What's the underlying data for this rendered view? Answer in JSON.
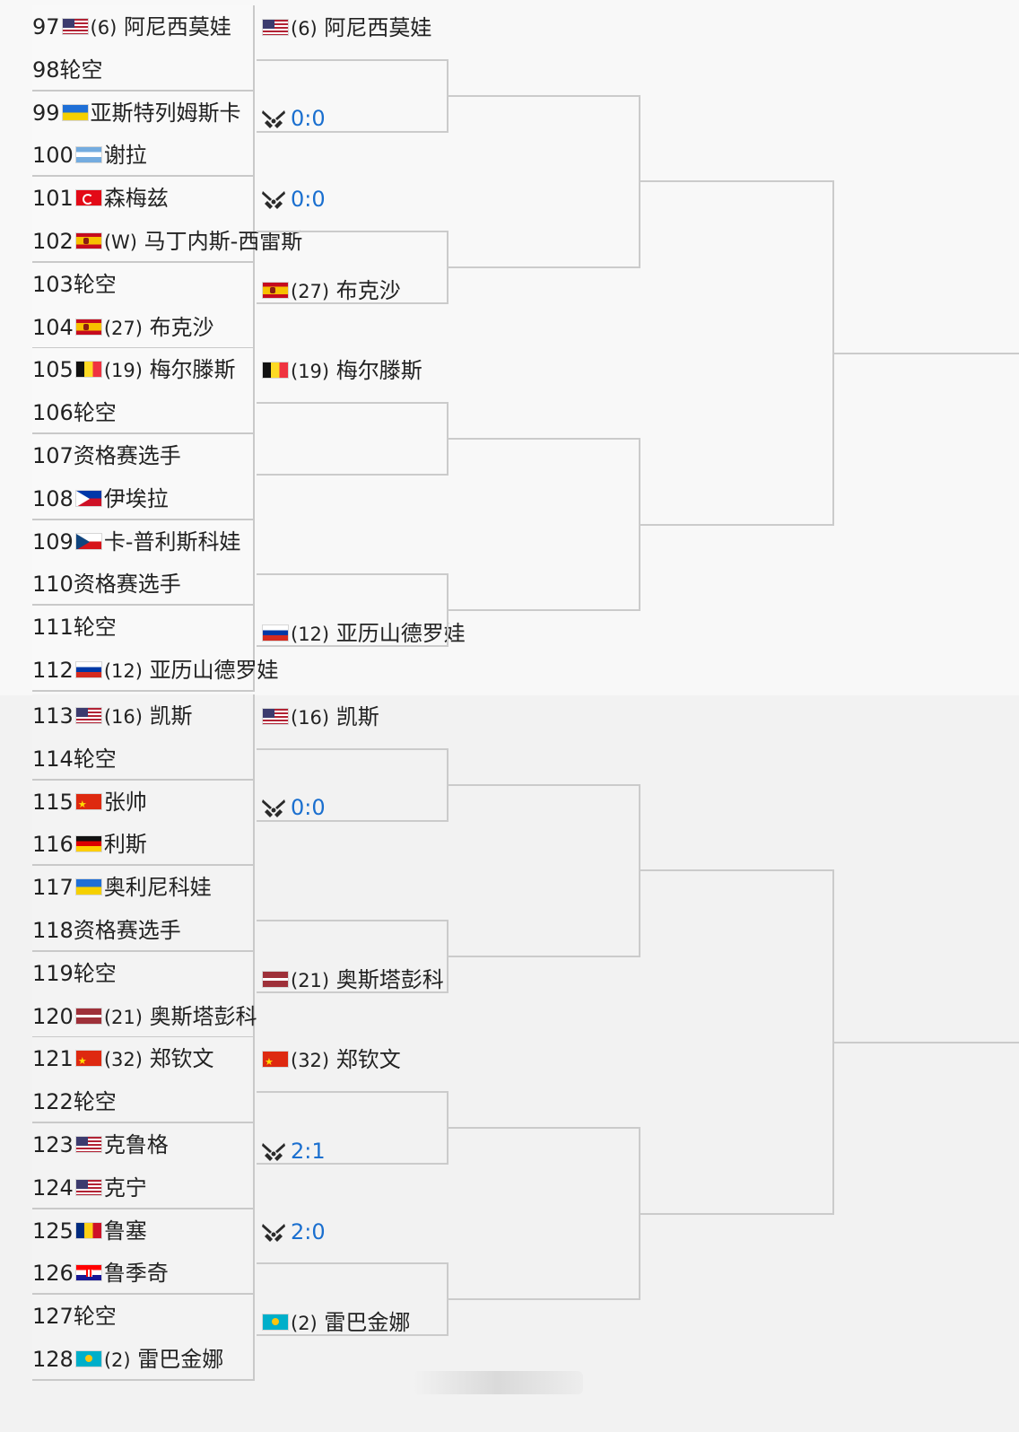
{
  "round1": [
    {
      "num": "97",
      "flag": "us",
      "seed": "(6)",
      "name": "阿尼西莫娃"
    },
    {
      "num": "98",
      "flag": "",
      "seed": "",
      "name": "轮空"
    },
    {
      "num": "99",
      "flag": "ua",
      "seed": "",
      "name": "亚斯特列姆斯卡"
    },
    {
      "num": "100",
      "flag": "ar",
      "seed": "",
      "name": "谢拉"
    },
    {
      "num": "101",
      "flag": "tr",
      "seed": "",
      "name": "森梅兹"
    },
    {
      "num": "102",
      "flag": "es",
      "seed": "(W)",
      "name": "马丁内斯-西雷斯"
    },
    {
      "num": "103",
      "flag": "",
      "seed": "",
      "name": "轮空"
    },
    {
      "num": "104",
      "flag": "es",
      "seed": "(27)",
      "name": "布克沙"
    },
    {
      "num": "105",
      "flag": "be",
      "seed": "(19)",
      "name": "梅尔滕斯"
    },
    {
      "num": "106",
      "flag": "",
      "seed": "",
      "name": "轮空"
    },
    {
      "num": "107",
      "flag": "",
      "seed": "",
      "name": "资格赛选手"
    },
    {
      "num": "108",
      "flag": "ph",
      "seed": "",
      "name": "伊埃拉"
    },
    {
      "num": "109",
      "flag": "cz",
      "seed": "",
      "name": "卡-普利斯科娃"
    },
    {
      "num": "110",
      "flag": "",
      "seed": "",
      "name": "资格赛选手"
    },
    {
      "num": "111",
      "flag": "",
      "seed": "",
      "name": "轮空"
    },
    {
      "num": "112",
      "flag": "ru",
      "seed": "(12)",
      "name": "亚历山德罗娃"
    },
    {
      "num": "113",
      "flag": "us",
      "seed": "(16)",
      "name": "凯斯"
    },
    {
      "num": "114",
      "flag": "",
      "seed": "",
      "name": "轮空"
    },
    {
      "num": "115",
      "flag": "cn",
      "seed": "",
      "name": "张帅"
    },
    {
      "num": "116",
      "flag": "de",
      "seed": "",
      "name": "利斯"
    },
    {
      "num": "117",
      "flag": "ua",
      "seed": "",
      "name": "奥利尼科娃"
    },
    {
      "num": "118",
      "flag": "",
      "seed": "",
      "name": "资格赛选手"
    },
    {
      "num": "119",
      "flag": "",
      "seed": "",
      "name": "轮空"
    },
    {
      "num": "120",
      "flag": "lv",
      "seed": "(21)",
      "name": "奥斯塔彭科"
    },
    {
      "num": "121",
      "flag": "cn",
      "seed": "(32)",
      "name": "郑钦文"
    },
    {
      "num": "122",
      "flag": "",
      "seed": "",
      "name": "轮空"
    },
    {
      "num": "123",
      "flag": "us",
      "seed": "",
      "name": "克鲁格"
    },
    {
      "num": "124",
      "flag": "us",
      "seed": "",
      "name": "克宁"
    },
    {
      "num": "125",
      "flag": "ro",
      "seed": "",
      "name": "鲁塞"
    },
    {
      "num": "126",
      "flag": "hr",
      "seed": "",
      "name": "鲁季奇"
    },
    {
      "num": "127",
      "flag": "",
      "seed": "",
      "name": "轮空"
    },
    {
      "num": "128",
      "flag": "kz",
      "seed": "(2)",
      "name": "雷巴金娜"
    }
  ],
  "round2": [
    {
      "type": "player",
      "flag": "us",
      "seed": "(6)",
      "name": "阿尼西莫娃"
    },
    {
      "type": "score",
      "icon": "versus-swords-icon",
      "score": "0:0"
    },
    {
      "type": "score",
      "icon": "versus-swords-icon",
      "score": "0:0"
    },
    {
      "type": "player",
      "flag": "es",
      "seed": "(27)",
      "name": "布克沙"
    },
    {
      "type": "player",
      "flag": "be",
      "seed": "(19)",
      "name": "梅尔滕斯"
    },
    {
      "type": "empty"
    },
    {
      "type": "empty"
    },
    {
      "type": "player",
      "flag": "ru",
      "seed": "(12)",
      "name": "亚历山德罗娃"
    },
    {
      "type": "player",
      "flag": "us",
      "seed": "(16)",
      "name": "凯斯"
    },
    {
      "type": "score",
      "icon": "versus-swords-icon",
      "score": "0:0"
    },
    {
      "type": "empty"
    },
    {
      "type": "player",
      "flag": "lv",
      "seed": "(21)",
      "name": "奥斯塔彭科"
    },
    {
      "type": "player",
      "flag": "cn",
      "seed": "(32)",
      "name": "郑钦文"
    },
    {
      "type": "score",
      "icon": "versus-swords-icon",
      "score": "2:1"
    },
    {
      "type": "score",
      "icon": "versus-swords-icon",
      "score": "2:0"
    },
    {
      "type": "player",
      "flag": "kz",
      "seed": "(2)",
      "name": "雷巴金娜"
    }
  ],
  "colors": {
    "score_text": "#1a6fcf",
    "bracket_line": "#cbcbcb",
    "section1_bg": "#f8f8f8",
    "section2_bg": "#f2f2f2"
  }
}
